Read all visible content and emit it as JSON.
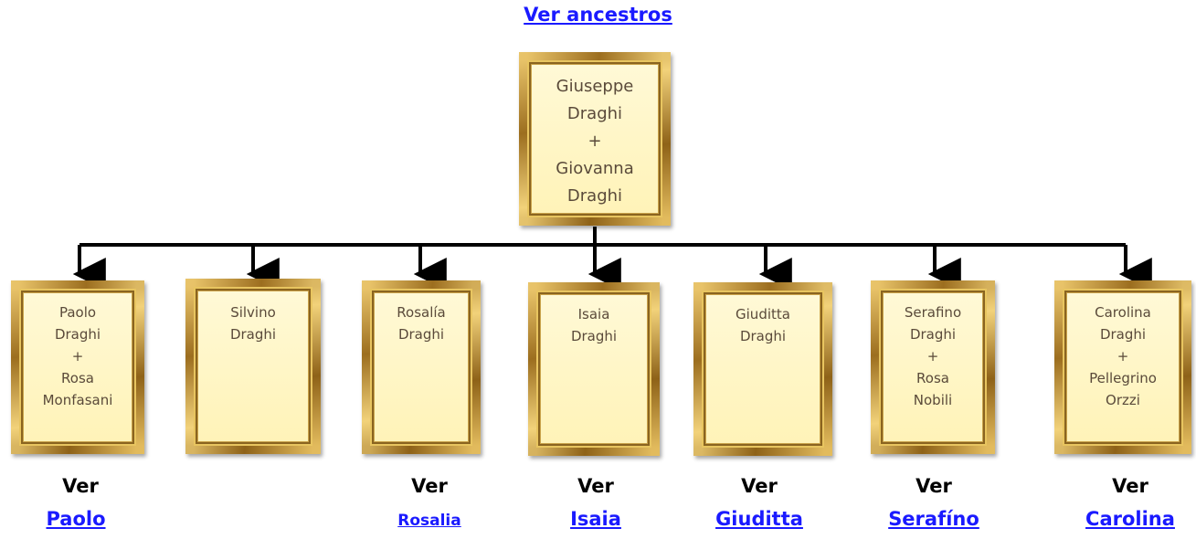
{
  "header": {
    "ancestors_link": "Ver ancestros"
  },
  "parents": {
    "lines": [
      "Giuseppe",
      "Draghi",
      "+",
      "Giovanna",
      "Draghi"
    ]
  },
  "children": [
    {
      "lines": [
        "Paolo",
        "Draghi",
        "+",
        "Rosa",
        "Monfasani"
      ],
      "ver": "Ver",
      "link": "Paolo"
    },
    {
      "lines": [
        "Silvino",
        "Draghi"
      ],
      "ver": "",
      "link": ""
    },
    {
      "lines": [
        "Rosalía",
        "Draghi"
      ],
      "ver": "Ver",
      "link": "Rosalia"
    },
    {
      "lines": [
        "Isaia",
        "Draghi"
      ],
      "ver": "Ver",
      "link": "Isaia"
    },
    {
      "lines": [
        "Giuditta",
        "Draghi"
      ],
      "ver": "Ver",
      "link": "Giuditta"
    },
    {
      "lines": [
        "Serafino",
        "Draghi",
        "+",
        "Rosa",
        "Nobili"
      ],
      "ver": "Ver",
      "link": "Serafíno"
    },
    {
      "lines": [
        "Carolina",
        "Draghi",
        "+",
        "Pellegrino",
        "Orzzi"
      ],
      "ver": "Ver",
      "link": "Carolina"
    }
  ]
}
